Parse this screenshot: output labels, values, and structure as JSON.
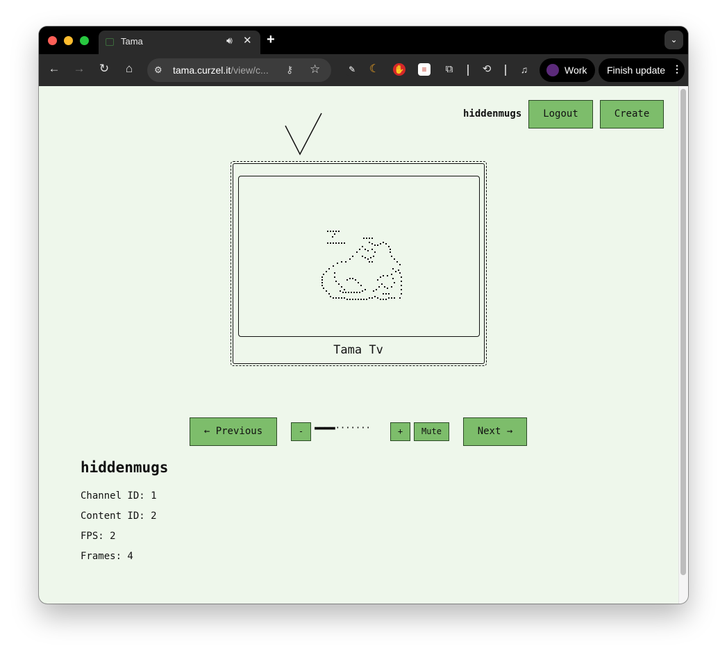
{
  "browser": {
    "tab_title": "Tama",
    "tab_audio_icon": "speaker-icon",
    "tab_close": "✕",
    "new_tab": "+",
    "url_host": "tama.curzel.it",
    "url_path": "/view/c...",
    "profile_label": "Work",
    "update_label": "Finish update",
    "update_menu": "⋮"
  },
  "header": {
    "username": "hiddenmugs",
    "logout_label": "Logout",
    "create_label": "Create"
  },
  "tv": {
    "label": "Tama Tv"
  },
  "controls": {
    "previous_label": "← Previous",
    "minus_label": "-",
    "volume_filled": "▬▬▬▬",
    "volume_empty": "·······",
    "plus_label": "+",
    "mute_label": "Mute",
    "next_label": "Next →"
  },
  "channel": {
    "name": "hiddenmugs",
    "channel_id": "Channel ID: 1",
    "content_id": "Content ID: 2",
    "fps": "FPS: 2",
    "frames": "Frames: 4"
  },
  "colors": {
    "page_bg": "#eef7eb",
    "button_bg": "#7dbd6b",
    "text": "#111111"
  }
}
